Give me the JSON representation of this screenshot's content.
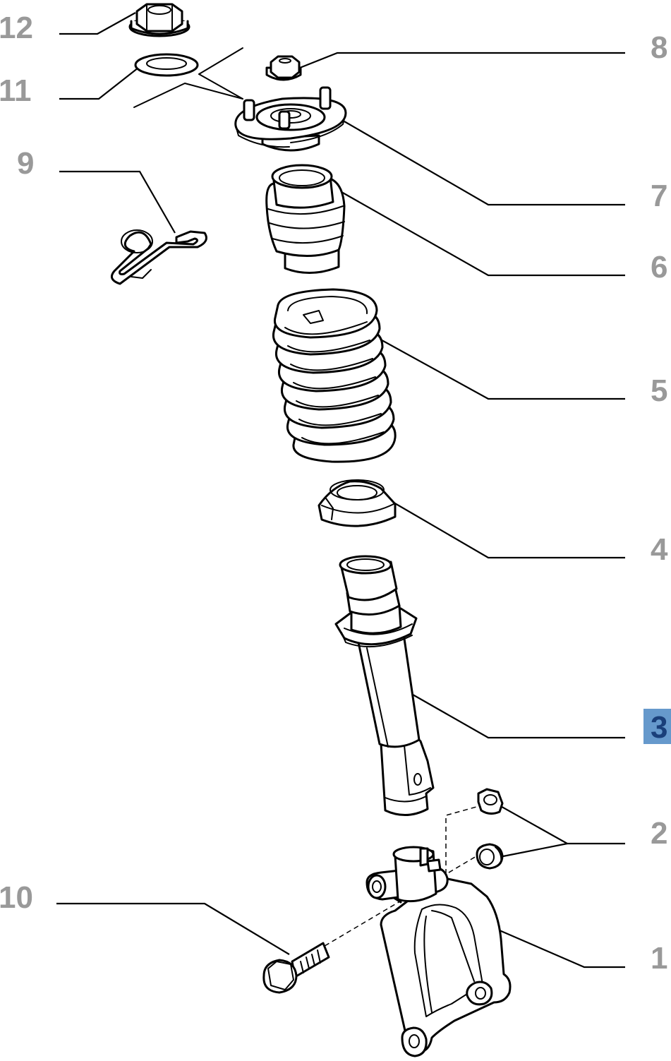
{
  "diagram": {
    "highlight_color": "#6699cc",
    "number_color": "#999999",
    "highlight_text_color": "#1a3f7a",
    "callouts": [
      {
        "id": "c12",
        "label": "12"
      },
      {
        "id": "c11",
        "label": "11"
      },
      {
        "id": "c9",
        "label": "9"
      },
      {
        "id": "c8",
        "label": "8"
      },
      {
        "id": "c7",
        "label": "7"
      },
      {
        "id": "c6",
        "label": "6"
      },
      {
        "id": "c5",
        "label": "5"
      },
      {
        "id": "c4",
        "label": "4"
      },
      {
        "id": "c3",
        "label": "3",
        "highlighted": true
      },
      {
        "id": "c2",
        "label": "2"
      },
      {
        "id": "c10",
        "label": "10"
      },
      {
        "id": "c1",
        "label": "1"
      }
    ]
  }
}
